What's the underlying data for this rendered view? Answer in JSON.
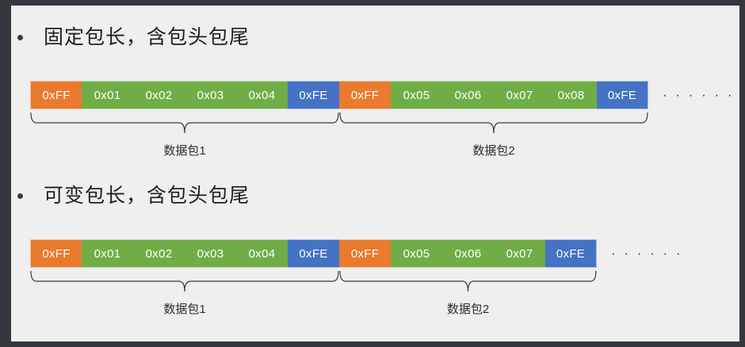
{
  "slide": {
    "background_color": "#efeff0",
    "frame_color": "#33373e"
  },
  "palette": {
    "header_byte": "#e97a2e",
    "data_byte": "#70ad47",
    "tail_byte": "#4472c4",
    "text": "#1f1f1f"
  },
  "sections": [
    {
      "heading": "固定包长，含包头包尾",
      "ellipsis": "· · · · · ·",
      "packets": [
        {
          "label": "数据包1",
          "bytes": [
            {
              "value": "0xFF",
              "role": "head"
            },
            {
              "value": "0x01",
              "role": "data"
            },
            {
              "value": "0x02",
              "role": "data"
            },
            {
              "value": "0x03",
              "role": "data"
            },
            {
              "value": "0x04",
              "role": "data"
            },
            {
              "value": "0xFE",
              "role": "tail"
            }
          ]
        },
        {
          "label": "数据包2",
          "bytes": [
            {
              "value": "0xFF",
              "role": "head"
            },
            {
              "value": "0x05",
              "role": "data"
            },
            {
              "value": "0x06",
              "role": "data"
            },
            {
              "value": "0x07",
              "role": "data"
            },
            {
              "value": "0x08",
              "role": "data"
            },
            {
              "value": "0xFE",
              "role": "tail"
            }
          ]
        }
      ]
    },
    {
      "heading": "可变包长，含包头包尾",
      "ellipsis": "· · · · · ·",
      "packets": [
        {
          "label": "数据包1",
          "bytes": [
            {
              "value": "0xFF",
              "role": "head"
            },
            {
              "value": "0x01",
              "role": "data"
            },
            {
              "value": "0x02",
              "role": "data"
            },
            {
              "value": "0x03",
              "role": "data"
            },
            {
              "value": "0x04",
              "role": "data"
            },
            {
              "value": "0xFE",
              "role": "tail"
            }
          ]
        },
        {
          "label": "数据包2",
          "bytes": [
            {
              "value": "0xFF",
              "role": "head"
            },
            {
              "value": "0x05",
              "role": "data"
            },
            {
              "value": "0x06",
              "role": "data"
            },
            {
              "value": "0x07",
              "role": "data"
            },
            {
              "value": "0xFE",
              "role": "tail"
            }
          ]
        }
      ]
    }
  ]
}
